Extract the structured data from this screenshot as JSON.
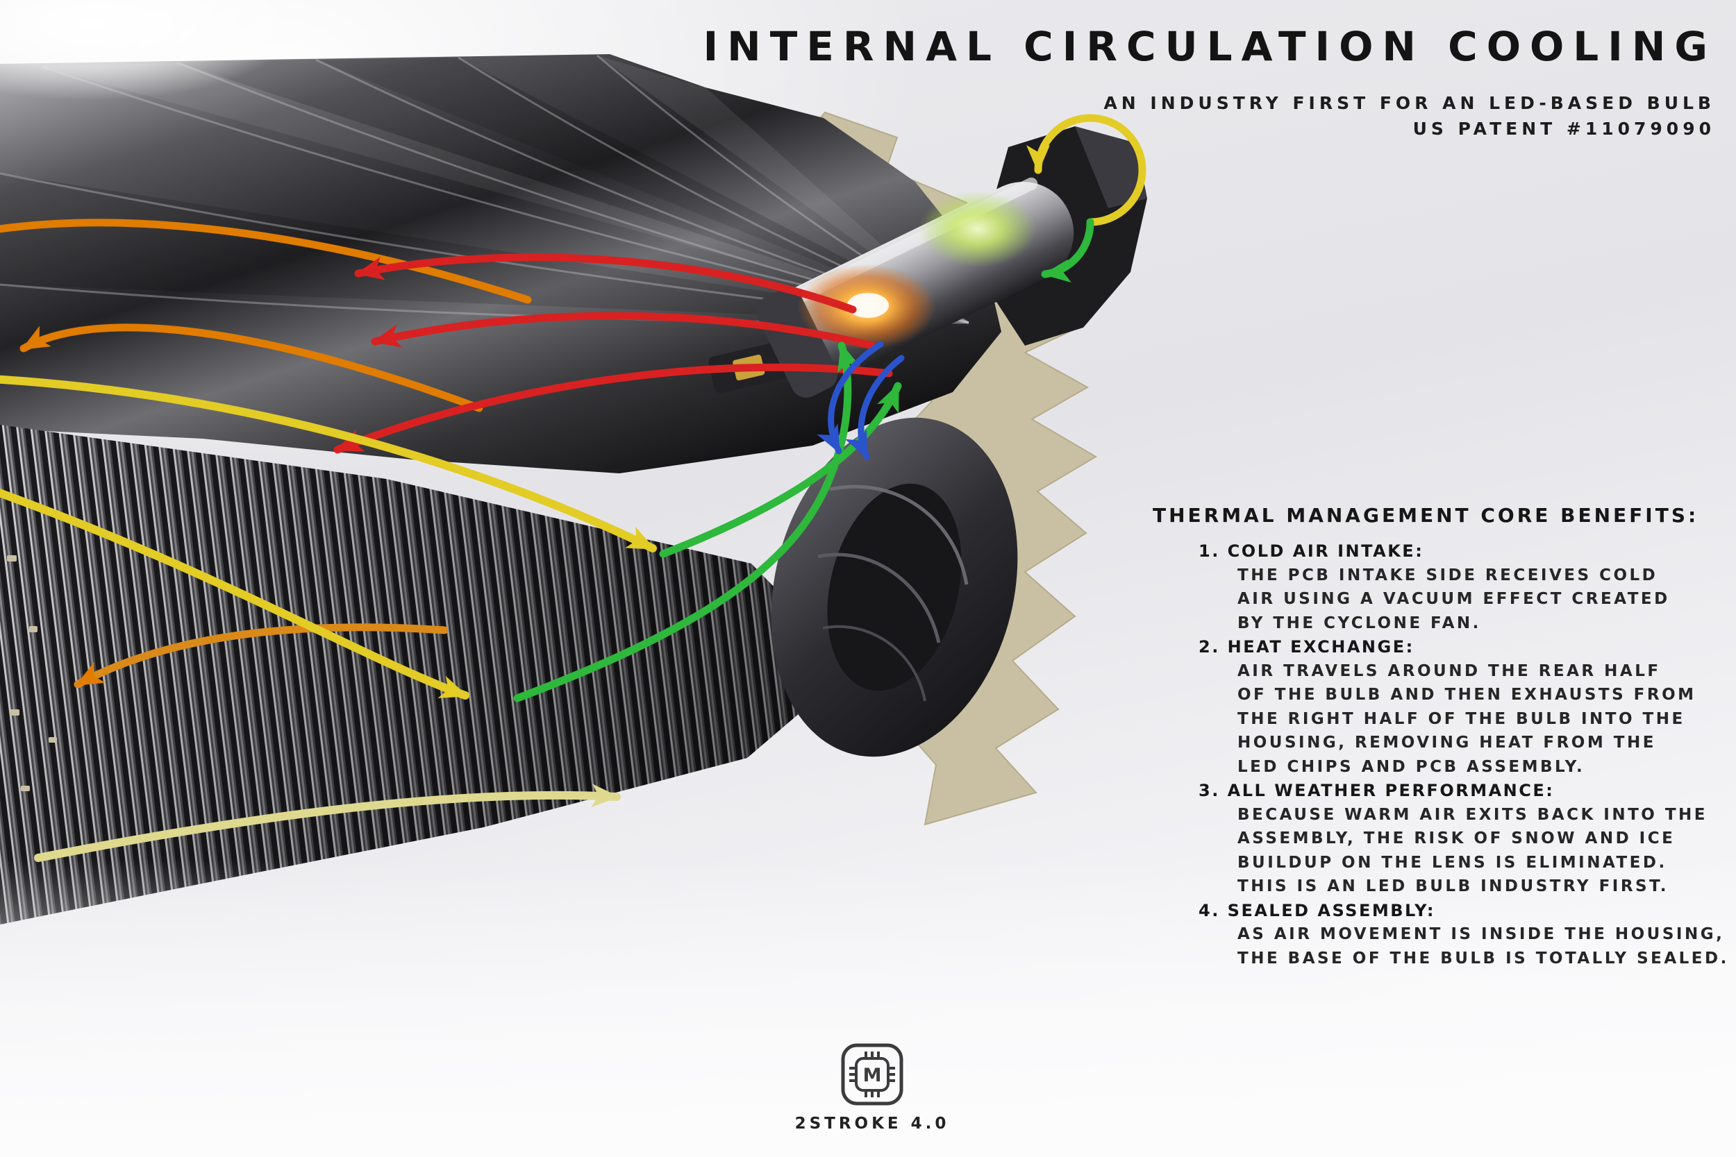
{
  "header": {
    "title": "INTERNAL CIRCULATION COOLING",
    "subtitle_line1": "AN INDUSTRY FIRST FOR AN LED-BASED BULB",
    "subtitle_line2": "US PATENT #11079090"
  },
  "benefits": {
    "heading": "THERMAL MANAGEMENT CORE BENEFITS:",
    "items": [
      {
        "title": "1. COLD AIR INTAKE:",
        "lines": [
          "THE PCB INTAKE SIDE RECEIVES COLD",
          "AIR USING A VACUUM EFFECT CREATED",
          "BY THE CYCLONE FAN."
        ]
      },
      {
        "title": "2. HEAT EXCHANGE:",
        "lines": [
          "AIR TRAVELS AROUND THE REAR HALF",
          "OF THE BULB AND THEN EXHAUSTS FROM",
          "THE RIGHT HALF OF THE BULB INTO THE",
          "HOUSING, REMOVING HEAT FROM THE",
          "LED CHIPS AND PCB ASSEMBLY."
        ]
      },
      {
        "title": "3. ALL WEATHER PERFORMANCE:",
        "lines": [
          "BECAUSE WARM AIR EXITS BACK INTO THE",
          "ASSEMBLY, THE RISK OF SNOW AND ICE",
          "BUILDUP ON THE LENS IS ELIMINATED.",
          "THIS IS AN LED BULB INDUSTRY FIRST."
        ]
      },
      {
        "title": "4. SEALED ASSEMBLY:",
        "lines": [
          "AS AIR MOVEMENT IS INSIDE THE HOUSING,",
          "THE BASE OF THE BULB IS TOTALLY SEALED."
        ]
      }
    ]
  },
  "footer": {
    "logo_letter": "M",
    "brand": "2STROKE 4.0"
  },
  "diagram": {
    "colors": {
      "warm_exhaust_red": "#d92121",
      "warm_exhaust_orange": "#e07c00",
      "airflow_yellow": "#e3cc25",
      "cold_intake_green": "#2eb83c",
      "intake_swirl_blue": "#2b53cc",
      "housing_tan": "#c9c0a3",
      "led_glow_amber": "#ffb23e"
    }
  }
}
